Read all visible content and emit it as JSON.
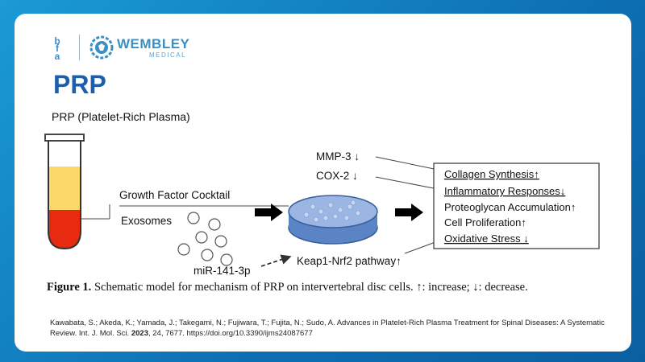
{
  "header": {
    "logo_left_text": "bfa",
    "brand_name": "WEMBLEY",
    "brand_sub": "MEDICAL"
  },
  "title": "PRP",
  "figure": {
    "tube_label": "PRP (Platelet-Rich Plasma)",
    "growth_factor": "Growth Factor Cocktail",
    "exosomes": "Exosomes",
    "mir": "miR-141-3p",
    "keap": "Keap1-Nrf2 pathway↑",
    "mmp3": "MMP-3 ↓",
    "cox2": "COX-2 ↓",
    "outcomes": [
      "Collagen Synthesis↑",
      "Inflammatory Responses↓",
      "Proteoglycan Accumulation↑",
      "Cell Proliferation↑",
      "Oxidative Stress ↓"
    ],
    "caption_bold": "Figure 1.",
    "caption_text": " Schematic model for mechanism of PRP on intervertebral disc cells. ↑: increase; ↓: decrease."
  },
  "citation": {
    "part1": "Kawabata, S.; Akeda, K.; Yamada, J.; Takegami, N.; Fujiwara, T.; Fujita, N.; Sudo, A. Advances in Platelet-Rich Plasma Treatment for Spinal Diseases: A Systematic Review. Int. J. Mol. Sci. ",
    "year": "2023",
    "part2": ", 24, 7677. https://doi.org/10.3390/ijms24087677"
  },
  "colors": {
    "title": "#1d5fa8",
    "background": "#1a9ad6",
    "plasma": "#fcd86a",
    "blood": "#e82a10",
    "dish": "#5b84c7"
  }
}
